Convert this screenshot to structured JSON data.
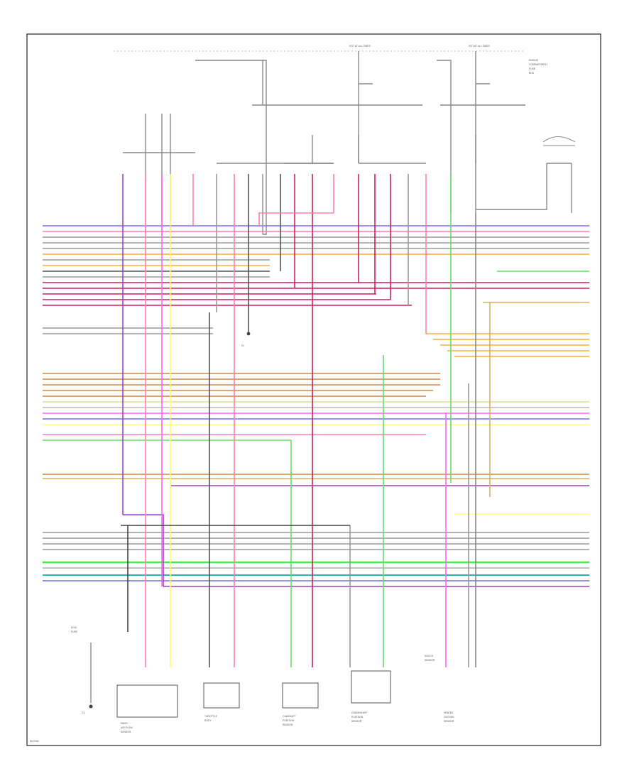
{
  "top_power_labels": [
    "HOT AT ALL TIMES",
    "HOT AT ALL TIMES"
  ],
  "top_note_block": [
    "ENGINE",
    "COMPARTMENT",
    "FUSE",
    "BOX"
  ],
  "bottom_components": [
    {
      "name": "mass-air-flow-sensor",
      "lines": [
        "MASS",
        "AIR FLOW",
        "SENSOR"
      ]
    },
    {
      "name": "throttle-body",
      "lines": [
        "THROTTLE",
        "BODY"
      ]
    },
    {
      "name": "camshaft-position-sensor",
      "lines": [
        "CAMSHAFT",
        "POSITION",
        "SENSOR"
      ]
    },
    {
      "name": "crankshaft-position-sensor",
      "lines": [
        "CRANKSHAFT",
        "POSITION",
        "SENSOR"
      ]
    },
    {
      "name": "knock-sensor",
      "lines": [
        "KNOCK",
        "SENSOR"
      ]
    },
    {
      "name": "oxygen-sensor",
      "lines": [
        "HEATED",
        "OXYGEN",
        "SENSOR"
      ]
    }
  ],
  "ground_label": [
    "G1"
  ],
  "splice_label": [
    "S1"
  ],
  "left_small_block": [
    "ECM",
    "FUSE"
  ],
  "footer_code": "W/ ENG"
}
